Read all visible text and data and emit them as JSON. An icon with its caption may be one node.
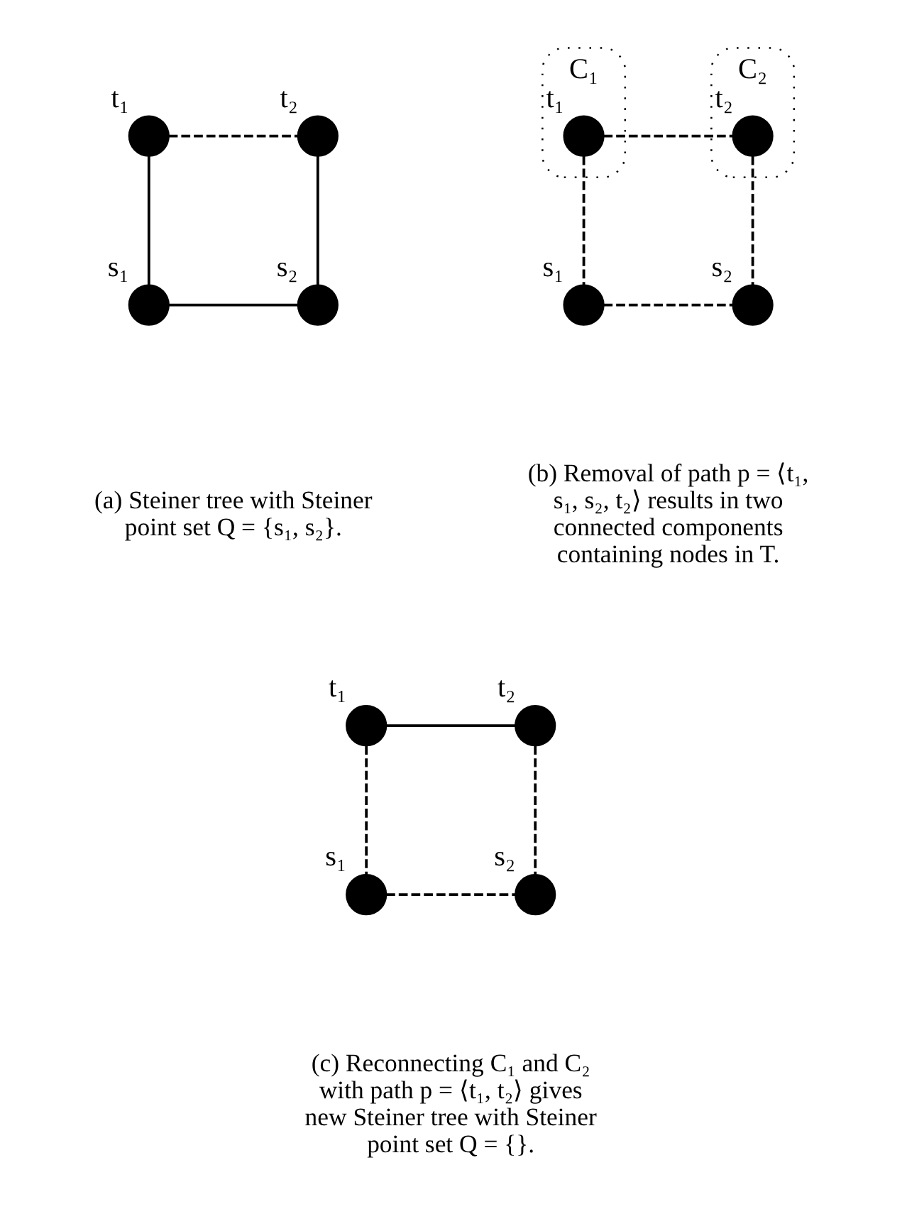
{
  "diagram": {
    "nodes": [
      {
        "text": [],
        "shape": "circle",
        "beside": [
          "t₁"
        ]
      },
      {
        "text": [],
        "shape": "circle",
        "beside": [
          "t₂"
        ]
      },
      {
        "text": [],
        "shape": "circle",
        "beside": [
          "s₁"
        ]
      },
      {
        "text": [],
        "shape": "circle",
        "beside": [
          "s₂"
        ]
      },
      {
        "text": [
          "C₁"
        ]
      },
      {
        "text": [],
        "shape": "circle",
        "beside": [
          "t₁"
        ],
        "in": 4
      },
      {
        "text": [
          "C₂"
        ]
      },
      {
        "text": [],
        "shape": "circle",
        "beside": [
          "t₂"
        ],
        "in": 6
      },
      {
        "text": [],
        "shape": "circle",
        "beside": [
          "s₁"
        ]
      },
      {
        "text": [],
        "shape": "circle",
        "beside": [
          "s₂"
        ]
      },
      {
        "text": [],
        "shape": "circle",
        "beside": [
          "t₁"
        ]
      },
      {
        "text": [],
        "shape": "circle",
        "beside": [
          "t₂"
        ]
      },
      {
        "text": [],
        "shape": "circle",
        "beside": [
          "s₁"
        ]
      },
      {
        "text": [],
        "shape": "circle",
        "beside": [
          "s₂"
        ]
      }
    ],
    "edges": [
      {
        "from": 0,
        "to": 1,
        "arrow": "none",
        "style": "dashed"
      },
      {
        "from": 0,
        "to": 2,
        "arrow": "none"
      },
      {
        "from": 1,
        "to": 3,
        "arrow": "none"
      },
      {
        "from": 2,
        "to": 3,
        "arrow": "none"
      },
      {
        "from": 5,
        "to": 7,
        "arrow": "none",
        "style": "dashed"
      },
      {
        "from": 5,
        "to": 8,
        "arrow": "none",
        "style": "dashed"
      },
      {
        "from": 7,
        "to": 9,
        "arrow": "none",
        "style": "dashed"
      },
      {
        "from": 8,
        "to": 9,
        "arrow": "none",
        "style": "dashed"
      },
      {
        "from": 10,
        "to": 11,
        "arrow": "none"
      },
      {
        "from": 10,
        "to": 12,
        "arrow": "none",
        "style": "dashed"
      },
      {
        "from": 11,
        "to": 13,
        "arrow": "none",
        "style": "dashed"
      },
      {
        "from": 12,
        "to": 13,
        "arrow": "none",
        "style": "dashed"
      }
    ],
    "labels": [
      "(a) Steiner tree with Steiner point set Q = {s₁, s₂}.",
      "(b) Removal of path p = ⟨t₁, s₁, s₂, t₂⟩ results in two connected components containing nodes in T.",
      "(c) Reconnecting C₁ and C₂ with path p = ⟨t₁, t₂⟩ gives new Steiner tree with Steiner point set Q = {}."
    ]
  }
}
